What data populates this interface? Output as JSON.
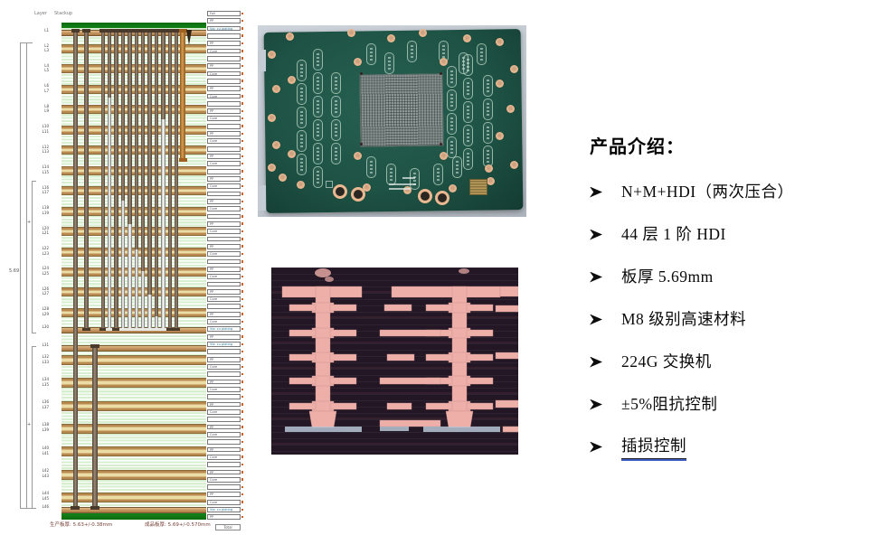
{
  "intro": {
    "title": "产品介绍：",
    "bullets": [
      "N+M+HDI（两次压合）",
      "44 层 1 阶 HDI",
      "板厚 5.69mm",
      "M8 级别高速材料",
      "224G 交换机",
      "±5%阻抗控制",
      "插损控制"
    ],
    "underline_last": true,
    "underline_color": "#3a5bbf"
  },
  "stackup": {
    "header_left": "Layer",
    "header_right": "Stackup",
    "first_box_label": "Foil",
    "special_box_label": "Via: cu plating",
    "box_label_a": "PP",
    "box_label_b": "Core",
    "total_label": "Total",
    "footer_left": "生产板厚: 5.63+/-0.38mm",
    "footer_right": "成品板厚: 5.69+/-0.570mm",
    "dim_total_label": "5.69",
    "dim_plus_label": "+",
    "layer_label_prefix": "L",
    "upper_pair_count": 14,
    "lower_pair_count": 7,
    "right_box_count": 68,
    "colors": {
      "solder_mask_green": "#15831c",
      "copper": "#c1915c",
      "copper_dark": "#a87c44",
      "copper_light": "#e2bb8a",
      "core": "#ecdca6",
      "prepreg": "#d7efcf",
      "via_brown_dark": "#4e4136",
      "via_brown_light": "#9c8a76",
      "via_white": "#ffffff",
      "via_orange": "#d89a50",
      "pad_dark": "#4a3a2c",
      "tick_orange": "#d06020"
    }
  },
  "photos": {
    "pcb": {
      "name": "pcb-top-view-photo",
      "board_green": "#1e5345",
      "pad_salmon": "#e9b891",
      "bga_gray": "#8e9896"
    },
    "cross_section": {
      "name": "hdi-via-cross-section-photo",
      "copper_pink": "#edafa8",
      "background": "#231726",
      "solder_strip": "#b9c6d6"
    }
  }
}
